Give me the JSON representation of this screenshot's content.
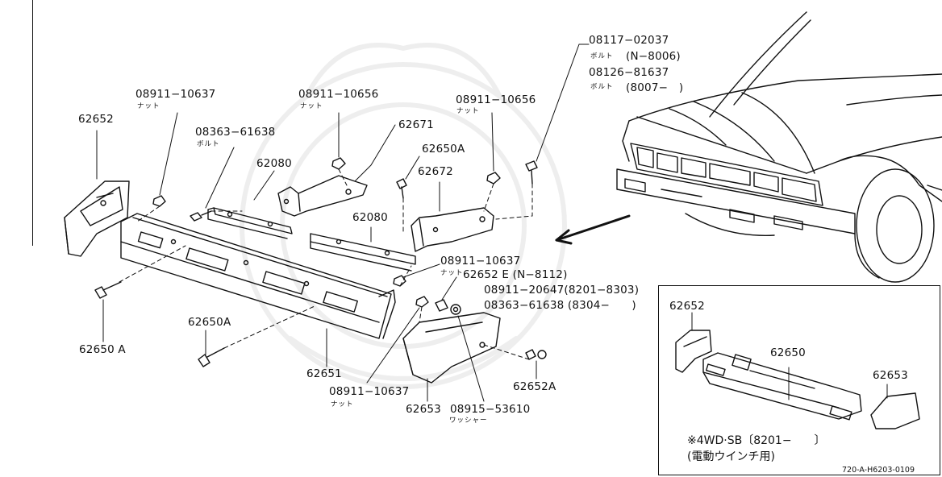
{
  "diagram": {
    "callouts": [
      {
        "id": "c1",
        "text": "62652"
      },
      {
        "id": "c2",
        "text": "08911−10637"
      },
      {
        "id": "c3",
        "text": "08363−61638"
      },
      {
        "id": "c4",
        "text": "62080"
      },
      {
        "id": "c5",
        "text": "08911−10656"
      },
      {
        "id": "c6",
        "text": "62671"
      },
      {
        "id": "c7",
        "text": "62650A"
      },
      {
        "id": "c8",
        "text": "62672"
      },
      {
        "id": "c9",
        "text": "08911−10656"
      },
      {
        "id": "c10",
        "text": "08117−02037"
      },
      {
        "id": "c11",
        "text": "(N−8006)"
      },
      {
        "id": "c12",
        "text": "08126−81637"
      },
      {
        "id": "c13",
        "text": "(8007−　)"
      },
      {
        "id": "c14",
        "text": "62080"
      },
      {
        "id": "c15",
        "text": "08911−10637"
      },
      {
        "id": "c16",
        "text": "62652 E (N−8112)"
      },
      {
        "id": "c17",
        "text": "08911−20647(8201−8303)"
      },
      {
        "id": "c18",
        "text": "08363−61638 (8304−　　)"
      },
      {
        "id": "c19",
        "text": "62650 A"
      },
      {
        "id": "c20",
        "text": "62650A"
      },
      {
        "id": "c21",
        "text": "62651"
      },
      {
        "id": "c22",
        "text": "08911−10637"
      },
      {
        "id": "c23",
        "text": "62653"
      },
      {
        "id": "c24",
        "text": "08915−53610"
      },
      {
        "id": "c25",
        "text": "62652A"
      }
    ],
    "sublabels": [
      {
        "id": "s1",
        "text": "ナット"
      },
      {
        "id": "s2",
        "text": "ボルト"
      },
      {
        "id": "s3",
        "text": "ナット"
      },
      {
        "id": "s4",
        "text": "ナット"
      },
      {
        "id": "s5",
        "text": "ボルト"
      },
      {
        "id": "s6",
        "text": "ボルト"
      },
      {
        "id": "s7",
        "text": "ナット"
      },
      {
        "id": "s8",
        "text": "ナット"
      },
      {
        "id": "s9",
        "text": "ワッシャー"
      }
    ],
    "inset": {
      "labels": [
        {
          "id": "i1",
          "text": "62652"
        },
        {
          "id": "i2",
          "text": "62650"
        },
        {
          "id": "i3",
          "text": "62653"
        }
      ],
      "note_line1": "※4WD·SB〔8201−　　〕",
      "note_line2": "(電動ウインチ用)"
    },
    "reference": "720-A-H6203-0109"
  }
}
